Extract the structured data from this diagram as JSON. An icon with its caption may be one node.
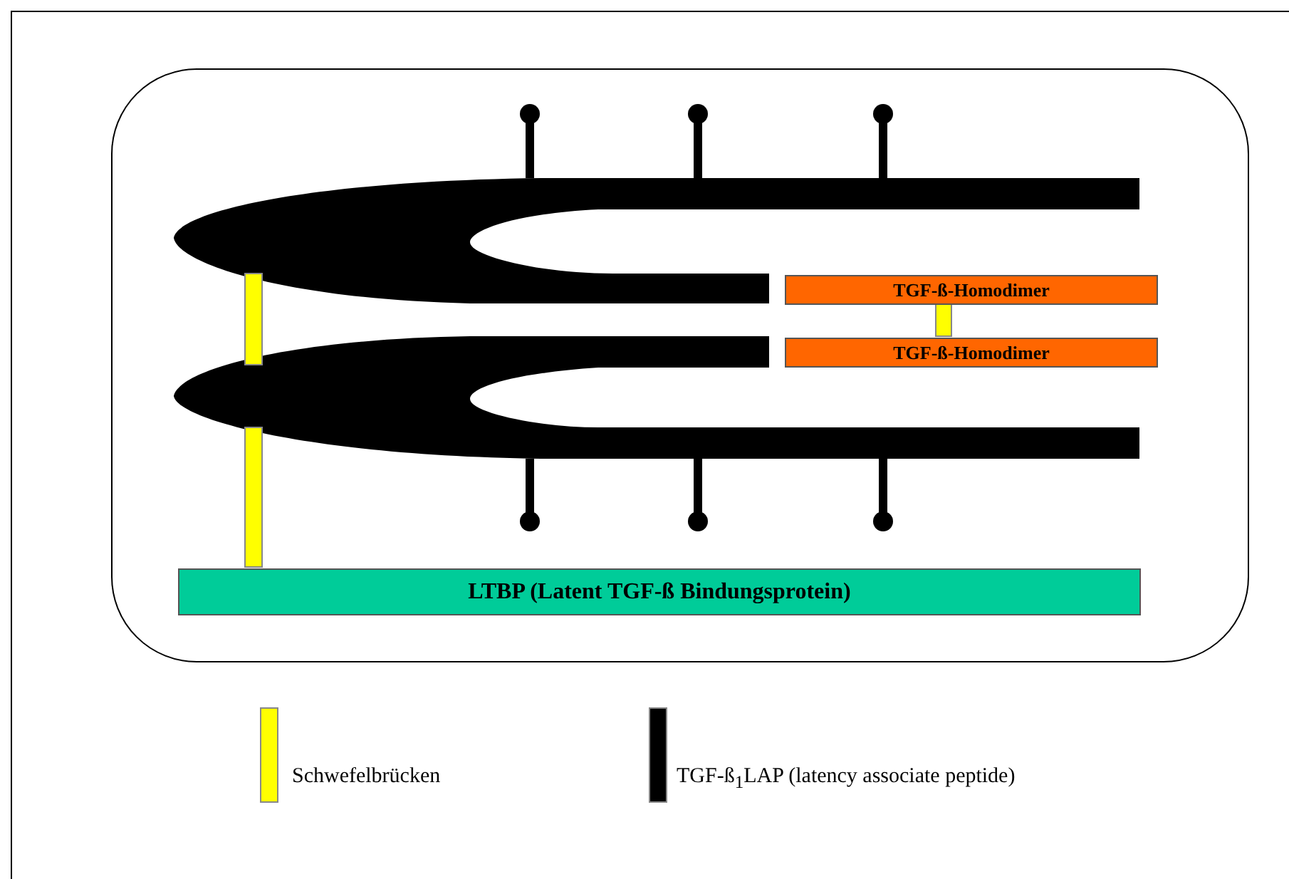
{
  "diagram": {
    "nodes": [
      {
        "text": [],
        "shape": "box"
      },
      {
        "text": [
          "TGF-ß-Homodimer"
        ],
        "in": 0
      },
      {
        "text": [
          "TGF-ß-Homodimer"
        ],
        "in": 0
      },
      {
        "text": [
          "LTBP (Latent TGF-ß Bindungsprotein)"
        ],
        "in": 0
      }
    ],
    "legend": [
      {
        "text": "Schwefelbrücken",
        "color": "#ffff00"
      },
      {
        "text": "TGF-ß$_{1}$LAP (latency associate peptide)",
        "color": "#000000"
      }
    ]
  }
}
